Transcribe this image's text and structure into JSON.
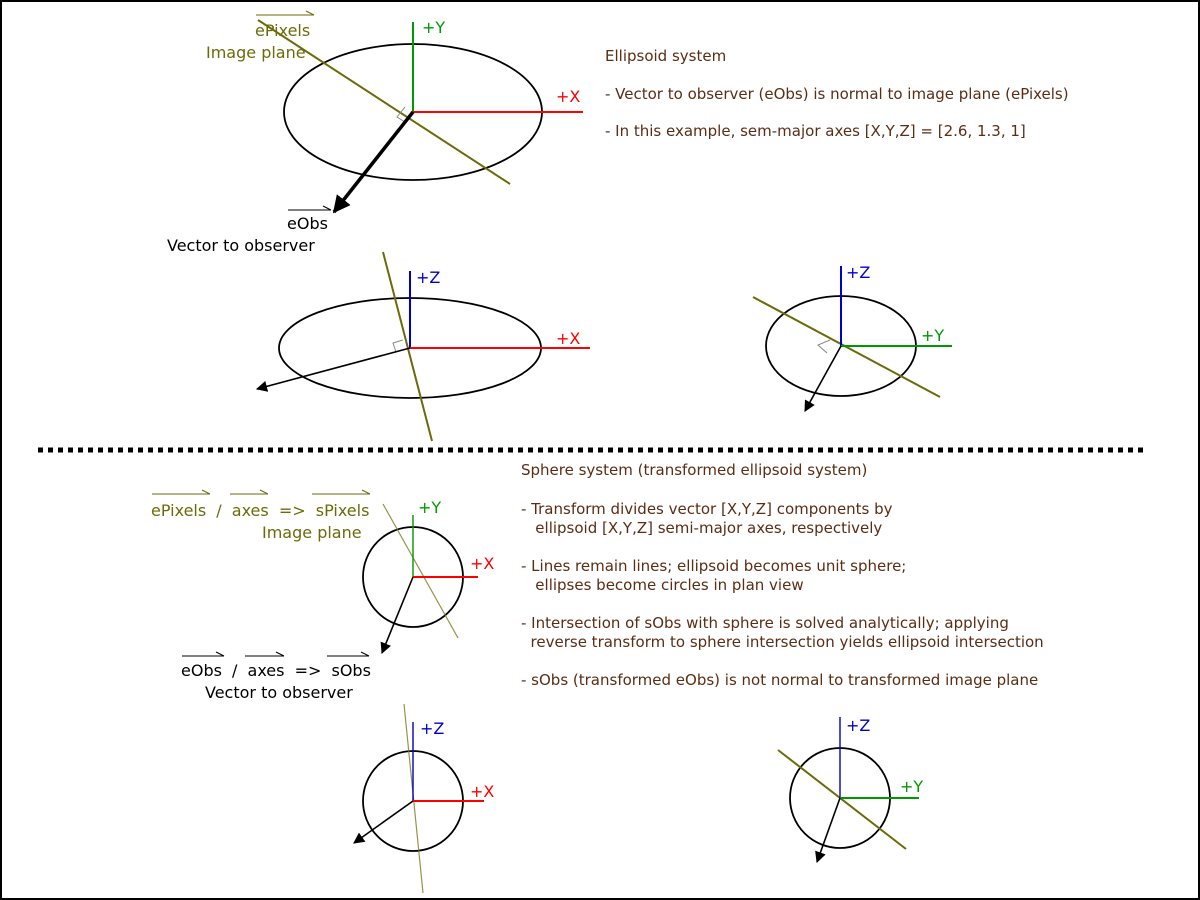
{
  "top": {
    "title": "Ellipsoid system",
    "bullets": [
      "- Vector to observer (eObs) is normal to image plane (ePixels)",
      "- In this example, sem-major axes [X,Y,Z] = [2.6,  1.3,  1]"
    ],
    "labels": {
      "epixels": "ePixels",
      "image_plane": "Image plane",
      "eobs": "eObs",
      "vector_to_observer": "Vector to observer"
    }
  },
  "bottom": {
    "title": "Sphere system (transformed ellipsoid system)",
    "bullets": [
      [
        "- Transform divides vector [X,Y,Z] components by",
        "   ellipsoid [X,Y,Z] semi-major axes, respectively"
      ],
      [
        "- Lines remain lines; ellipsoid becomes unit sphere;",
        "   ellipses become circles in plan view"
      ],
      [
        "- Intersection of sObs with sphere is solved analytically; applying",
        "  reverse transform to sphere intersection yields ellipsoid intersection"
      ],
      [
        "- sObs (transformed eObs) is not normal to transformed image plane"
      ]
    ],
    "labels": {
      "epixels": "ePixels",
      "slash1": "/",
      "axes1": "axes",
      "arrow1": "=>",
      "spixels": "sPixels",
      "image_plane": "Image plane",
      "eobs": "eObs",
      "slash2": "/",
      "axes2": "axes",
      "arrow2": "=>",
      "sobs": "sObs",
      "vector_to_observer": "Vector to observer"
    }
  },
  "axes": {
    "plus_x": "+X",
    "plus_y": "+Y",
    "plus_z": "+Z"
  },
  "colors": {
    "x_axis": "#ff0000",
    "y_axis": "#009900",
    "z_axis": "#0000cc",
    "plane": "#6b6b0a",
    "text": "#5a2d14"
  }
}
